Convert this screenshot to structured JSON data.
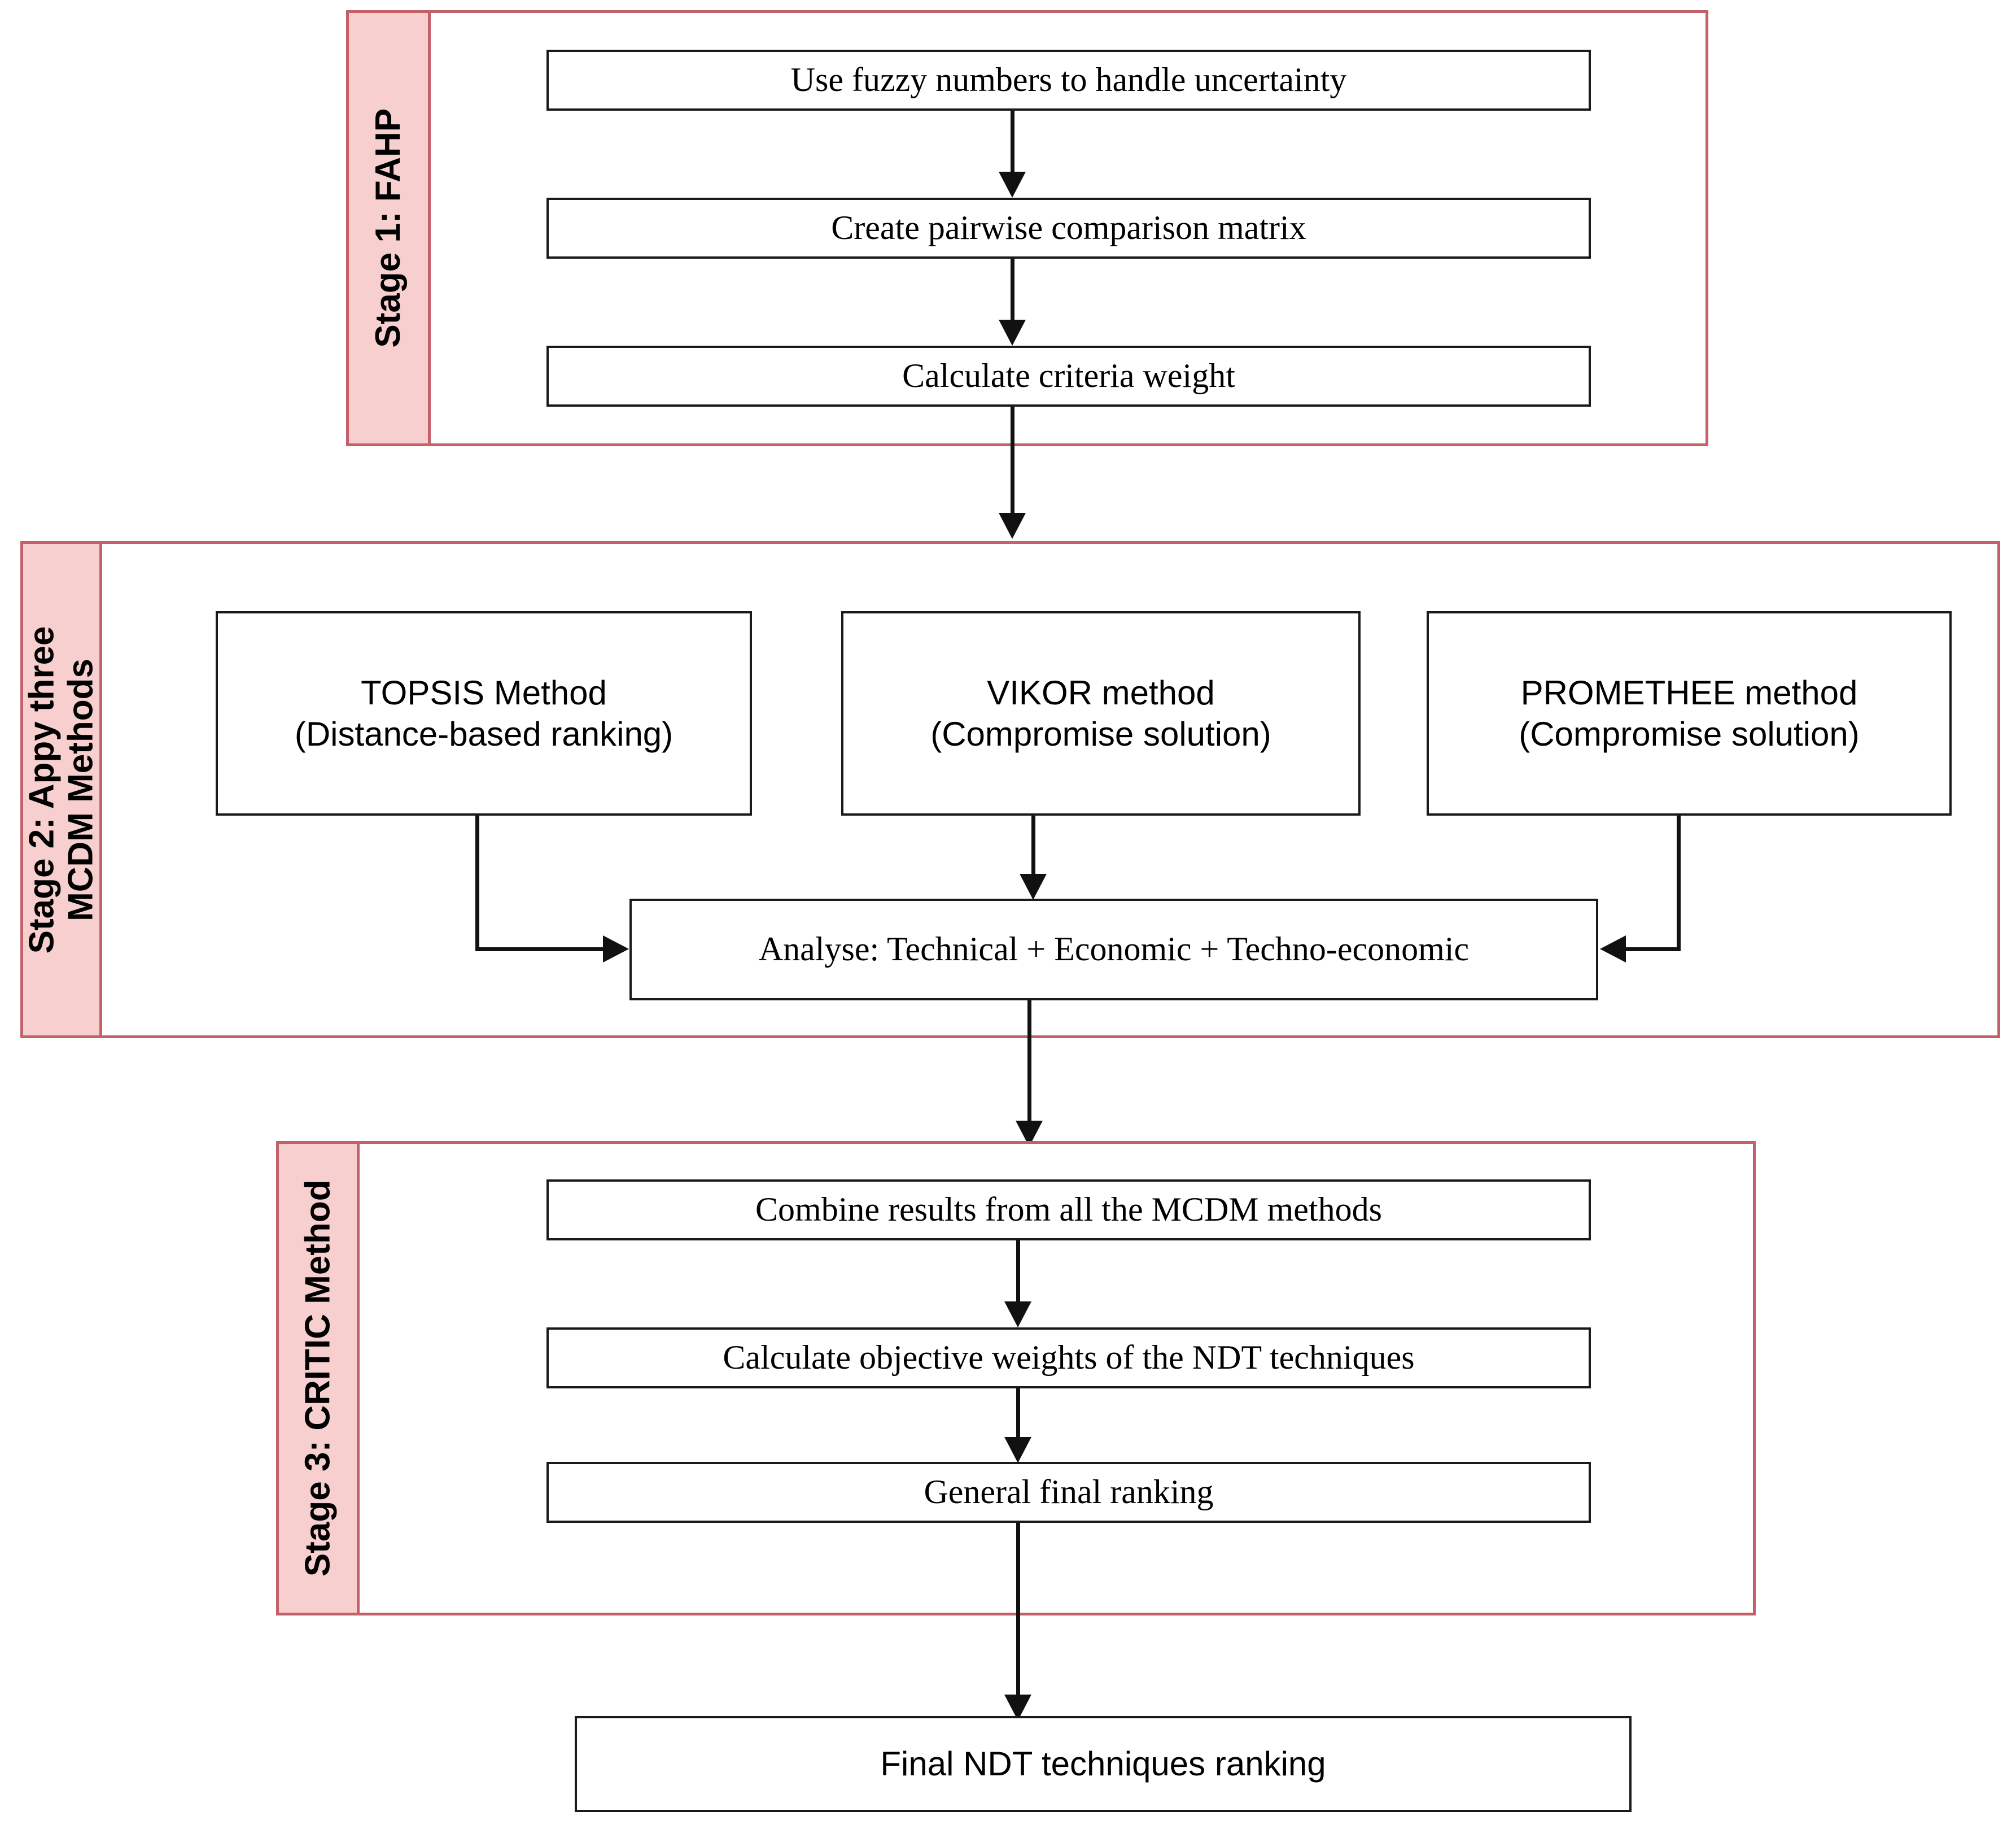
{
  "diagram": {
    "title": "Three-stage MCDM framework for NDT technique ranking",
    "accent_border_color": "#c3606a",
    "accent_fill_color": "#f7cfcf",
    "node_border_color": "#1a1a1a",
    "connector_color": "#111111",
    "background_color": "#ffffff"
  },
  "stages": [
    {
      "id": "stage-1",
      "band_label": "Stage 1: FAHP",
      "nodes": [
        {
          "id": "fuzzy-numbers",
          "text": "Use fuzzy numbers to handle uncertainty"
        },
        {
          "id": "pairwise-matrix",
          "text": "Create pairwise comparison  matrix"
        },
        {
          "id": "criteria-weight",
          "text": "Calculate criteria weight"
        }
      ]
    },
    {
      "id": "stage-2",
      "band_label": "Stage 2: Appy three\nMCDM Methods",
      "band_label_line1": "Stage 2: Appy three",
      "band_label_line2": "MCDM Methods",
      "nodes": [
        {
          "id": "topsis",
          "text": "TOPSIS Method\n(Distance-based ranking)"
        },
        {
          "id": "vikor",
          "text": "VIKOR method\n(Compromise solution)"
        },
        {
          "id": "promethee",
          "text": "PROMETHEE method\n(Compromise solution)"
        },
        {
          "id": "analyse",
          "text": "Analyse: Technical + Economic + Techno-economic"
        }
      ]
    },
    {
      "id": "stage-3",
      "band_label": "Stage 3: CRITIC Method",
      "nodes": [
        {
          "id": "combine-results",
          "text": "Combine results from all the MCDM methods"
        },
        {
          "id": "objective-weights",
          "text": "Calculate objective weights  of the NDT techniques"
        },
        {
          "id": "general-ranking",
          "text": "General final ranking"
        }
      ]
    }
  ],
  "final_node": {
    "id": "final-ranking",
    "text": "Final NDT techniques ranking"
  }
}
